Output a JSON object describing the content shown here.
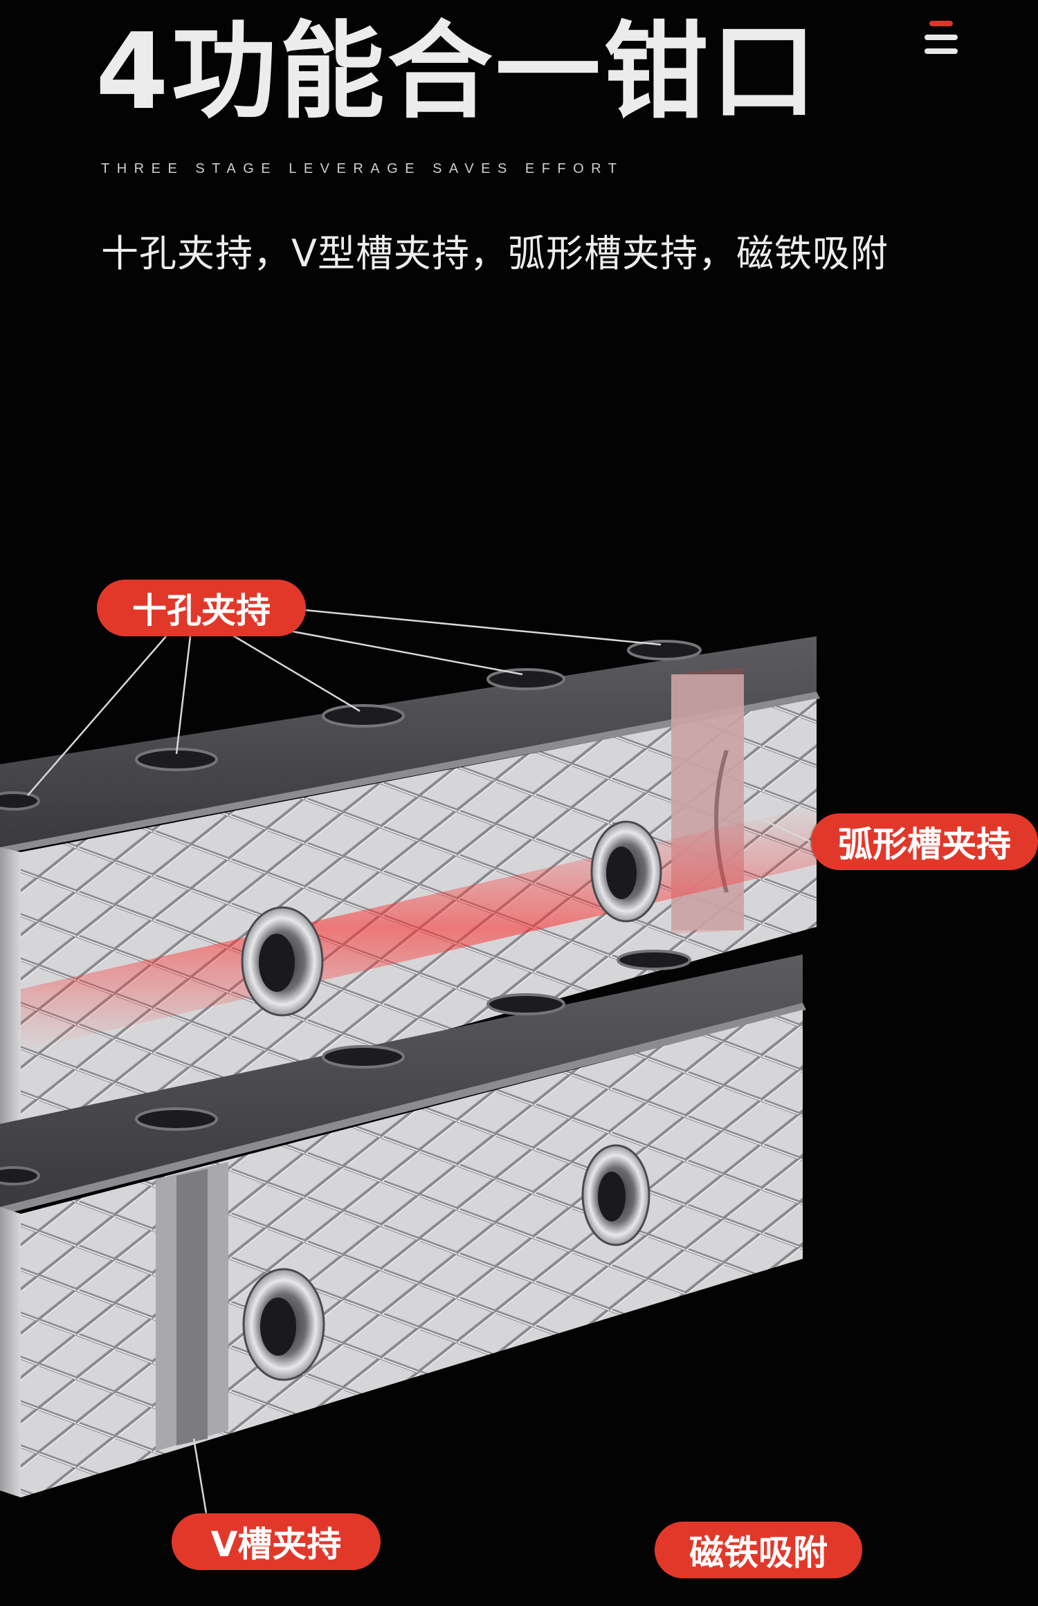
{
  "header": {
    "title": "4功能合一钳口",
    "subtitle_en": "THREE STAGE LEVERAGE SAVES EFFORT",
    "description": "十孔夹持，V型槽夹持，弧形槽夹持，磁铁吸附"
  },
  "menu": {
    "icon": "hamburger-menu-icon"
  },
  "callouts": {
    "ten_hole": "十孔夹持",
    "arc_groove": "弧形槽夹持",
    "v_groove": "V槽夹持",
    "magnet": "磁铁吸附"
  },
  "colors": {
    "background": "#030303",
    "accent_red": "#e2382a",
    "steel": "#c9c9cb"
  }
}
